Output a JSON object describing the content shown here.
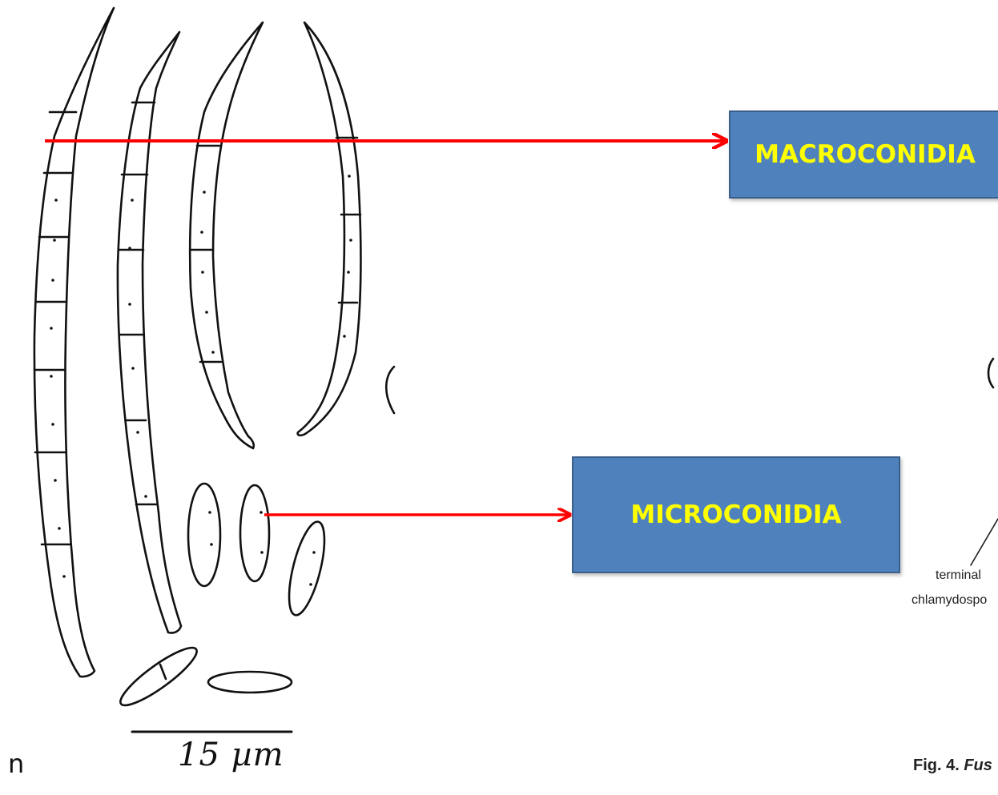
{
  "labels": {
    "macroconidia": "MACROCONIDIA",
    "microconidia": "MICROCONIDIA"
  },
  "scale_bar": {
    "text": "15 µm"
  },
  "corner_mark": "n",
  "partial_figure": {
    "terminal": "terminal",
    "chlamydospore": "chlamydospo",
    "caption_prefix": "Fig. 4. ",
    "caption_italic": "Fus"
  },
  "colors": {
    "arrow": "#ff0000",
    "box_fill": "#4f81bd",
    "box_text": "#ffff00"
  }
}
